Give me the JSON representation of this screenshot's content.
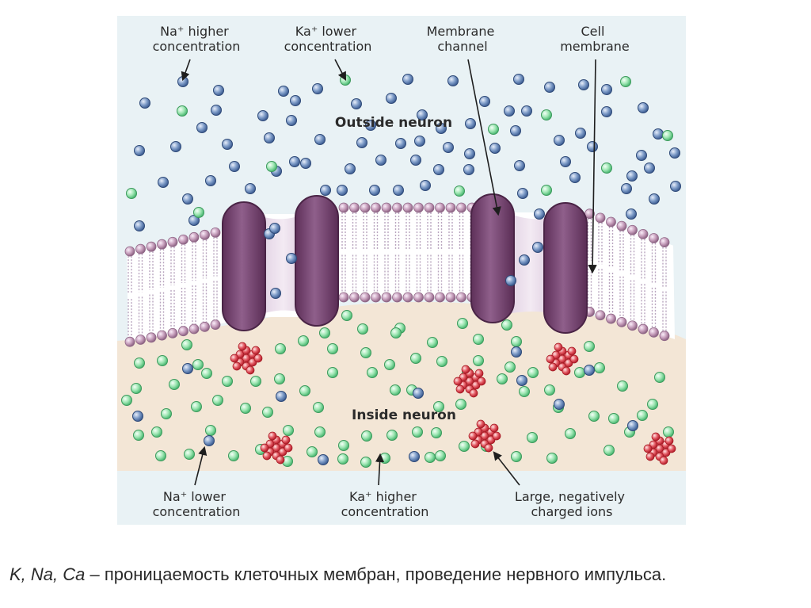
{
  "labels": {
    "na_high": [
      "Na⁺ higher",
      "concentration"
    ],
    "ka_low": [
      "Ka⁺ lower",
      "concentration"
    ],
    "membrane_channel": [
      "Membrane",
      "channel"
    ],
    "cell_membrane": [
      "Cell",
      "membrane"
    ],
    "outside": "Outside neuron",
    "inside": "Inside neuron",
    "na_low": [
      "Na⁺ lower",
      "concentration"
    ],
    "ka_high": [
      "Ka⁺ higher",
      "concentration"
    ],
    "large_ions": [
      "Large, negatively",
      "charged ions"
    ]
  },
  "caption": {
    "elements": "K, Na, Ca",
    "text": " – проницаемость клеточных мембран, проведение нервного импульса."
  },
  "colors": {
    "outside_bg": "#e9f2f5",
    "inside_bg": "#f3e6d6",
    "na_ion": "#5b7fb0",
    "ka_ion": "#7fd69a",
    "large_ion": "#d7333f",
    "channel": "#7a4b78",
    "lipid_head": "#b38aa8"
  }
}
